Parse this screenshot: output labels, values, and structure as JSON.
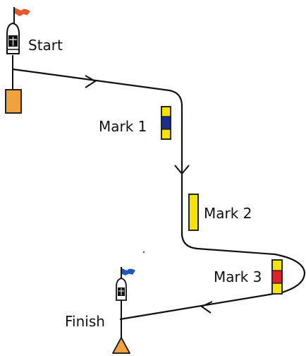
{
  "labels": {
    "start": "Start",
    "mark1": "Mark 1",
    "mark2": "Mark 2",
    "mark3": "Mark 3",
    "finish": "Finish"
  },
  "colors": {
    "line": "#111111",
    "start_flag": "#e8572a",
    "finish_flag": "#1f56c4",
    "start_buoy": "#f0a23c",
    "finish_buoy": "#f0a23c",
    "mark_yellow": "#f5e400",
    "mark1_band": "#1f2e8c",
    "mark3_band": "#e0202a"
  },
  "icons": {
    "start_boat": "committee-boat-icon",
    "finish_boat": "committee-boat-icon",
    "start_flag": "flag-icon",
    "finish_flag": "flag-icon",
    "start_buoy": "rectangular-buoy-icon",
    "finish_buoy": "triangular-buoy-icon",
    "direction": "chevron-arrow-icon"
  }
}
